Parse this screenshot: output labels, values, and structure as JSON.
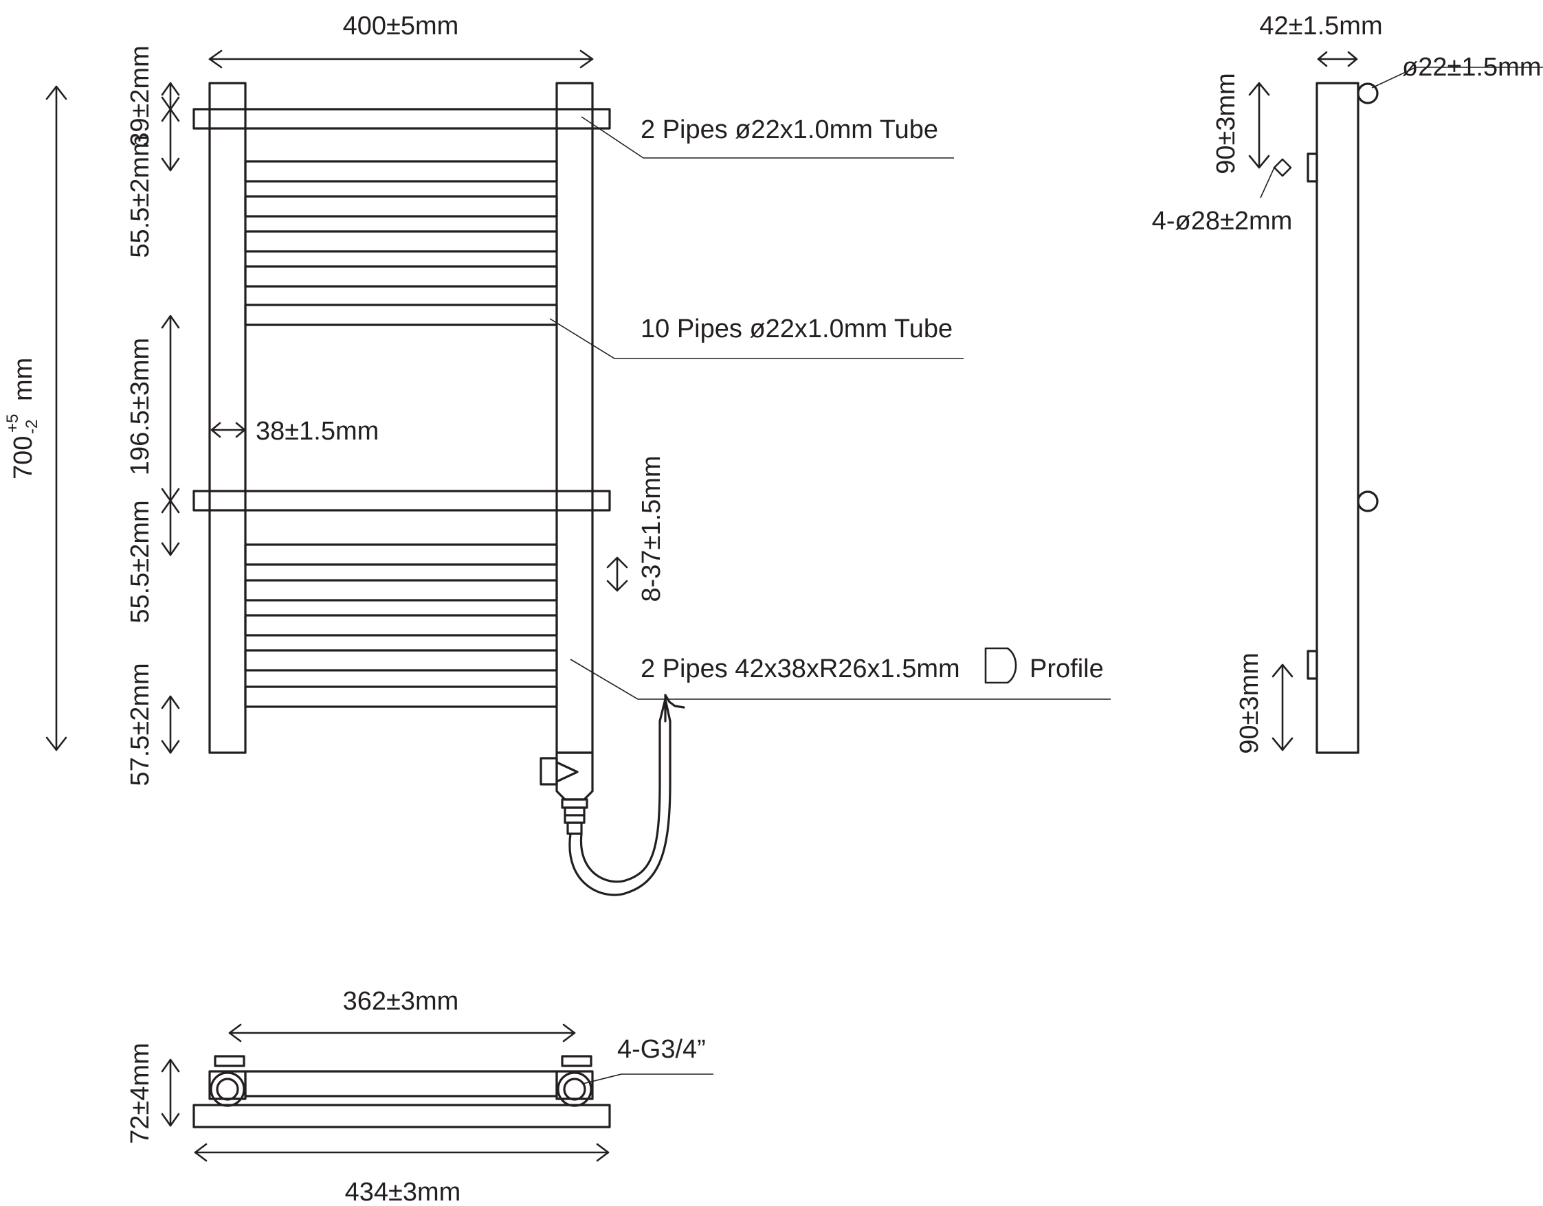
{
  "front_view": {
    "overall_width": "400±5mm",
    "top_gap": "39±2mm",
    "upper_gap": "55.5±2mm",
    "middle_gap": "196.5±3mm",
    "lower_gap": "55.5±2mm",
    "bottom_gap": "57.5±2mm",
    "riser_width": "38±1.5mm",
    "height_value": "700",
    "height_plus": "+5",
    "height_minus": "-2",
    "height_unit": "mm",
    "element_offset": "8-37±1.5mm",
    "callout_crossbars": "2 Pipes ø22x1.0mm Tube",
    "callout_rails": "10 Pipes ø22x1.0mm Tube",
    "callout_profile_prefix": "2 Pipes 42x38xR26x1.5mm",
    "callout_profile_suffix": "Profile"
  },
  "side_view": {
    "depth": "42±1.5mm",
    "tube_diameter": "ø22±1.5mm",
    "top_bracket_offset": "90±3mm",
    "bracket_diameter": "4-ø28±2mm",
    "bottom_bracket_offset": "90±3mm"
  },
  "bottom_view": {
    "inner_width": "362±3mm",
    "outer_width": "434±3mm",
    "depth": "72±4mm",
    "connections": "4-G3/4”"
  },
  "colors": {
    "line": "#231f20",
    "background": "#ffffff"
  }
}
